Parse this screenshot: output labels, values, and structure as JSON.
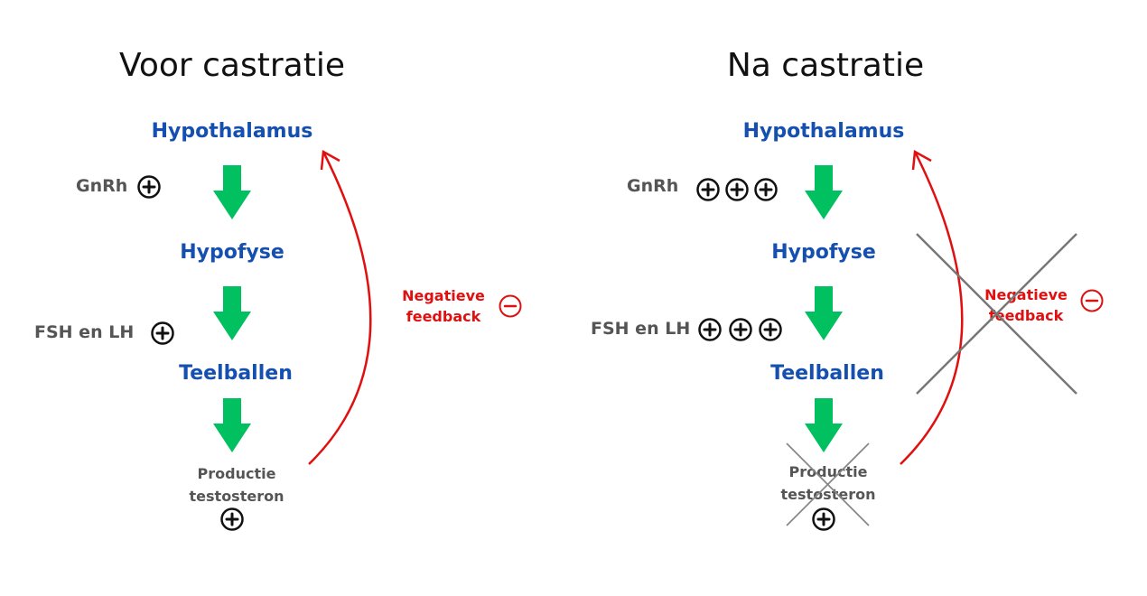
{
  "colors": {
    "node_text": "#1550b0",
    "arrow_green": "#00c060",
    "feedback_red": "#e01010",
    "label_gray": "#555555",
    "cross_gray": "#777777"
  },
  "panels": {
    "before": {
      "title": "Voor castratie",
      "hypothalamus": "Hypothalamus",
      "gnrh_label": "GnRh",
      "gnrh_plus_count": 1,
      "hypofyse": "Hypofyse",
      "fsh_lh_label": "FSH en LH",
      "fsh_lh_plus_count": 1,
      "teelballen": "Teelballen",
      "production_line1": "Productie",
      "production_line2": "testosteron",
      "production_plus_count": 1,
      "feedback_line1": "Negatieve",
      "feedback_line2": "feedback",
      "feedback_crossed": false,
      "production_crossed": false
    },
    "after": {
      "title": "Na castratie",
      "hypothalamus": "Hypothalamus",
      "gnrh_label": "GnRh",
      "gnrh_plus_count": 3,
      "hypofyse": "Hypofyse",
      "fsh_lh_label": "FSH en LH",
      "fsh_lh_plus_count": 3,
      "teelballen": "Teelballen",
      "production_line1": "Productie",
      "production_line2": "testosteron",
      "production_plus_count": 1,
      "feedback_line1": "Negatieve",
      "feedback_line2": "feedback",
      "feedback_crossed": true,
      "production_crossed": true
    }
  },
  "icons": {
    "plus": "plus-circle-icon",
    "minus": "minus-circle-icon",
    "arrow": "down-arrow-icon",
    "cross": "cross-out-icon"
  }
}
